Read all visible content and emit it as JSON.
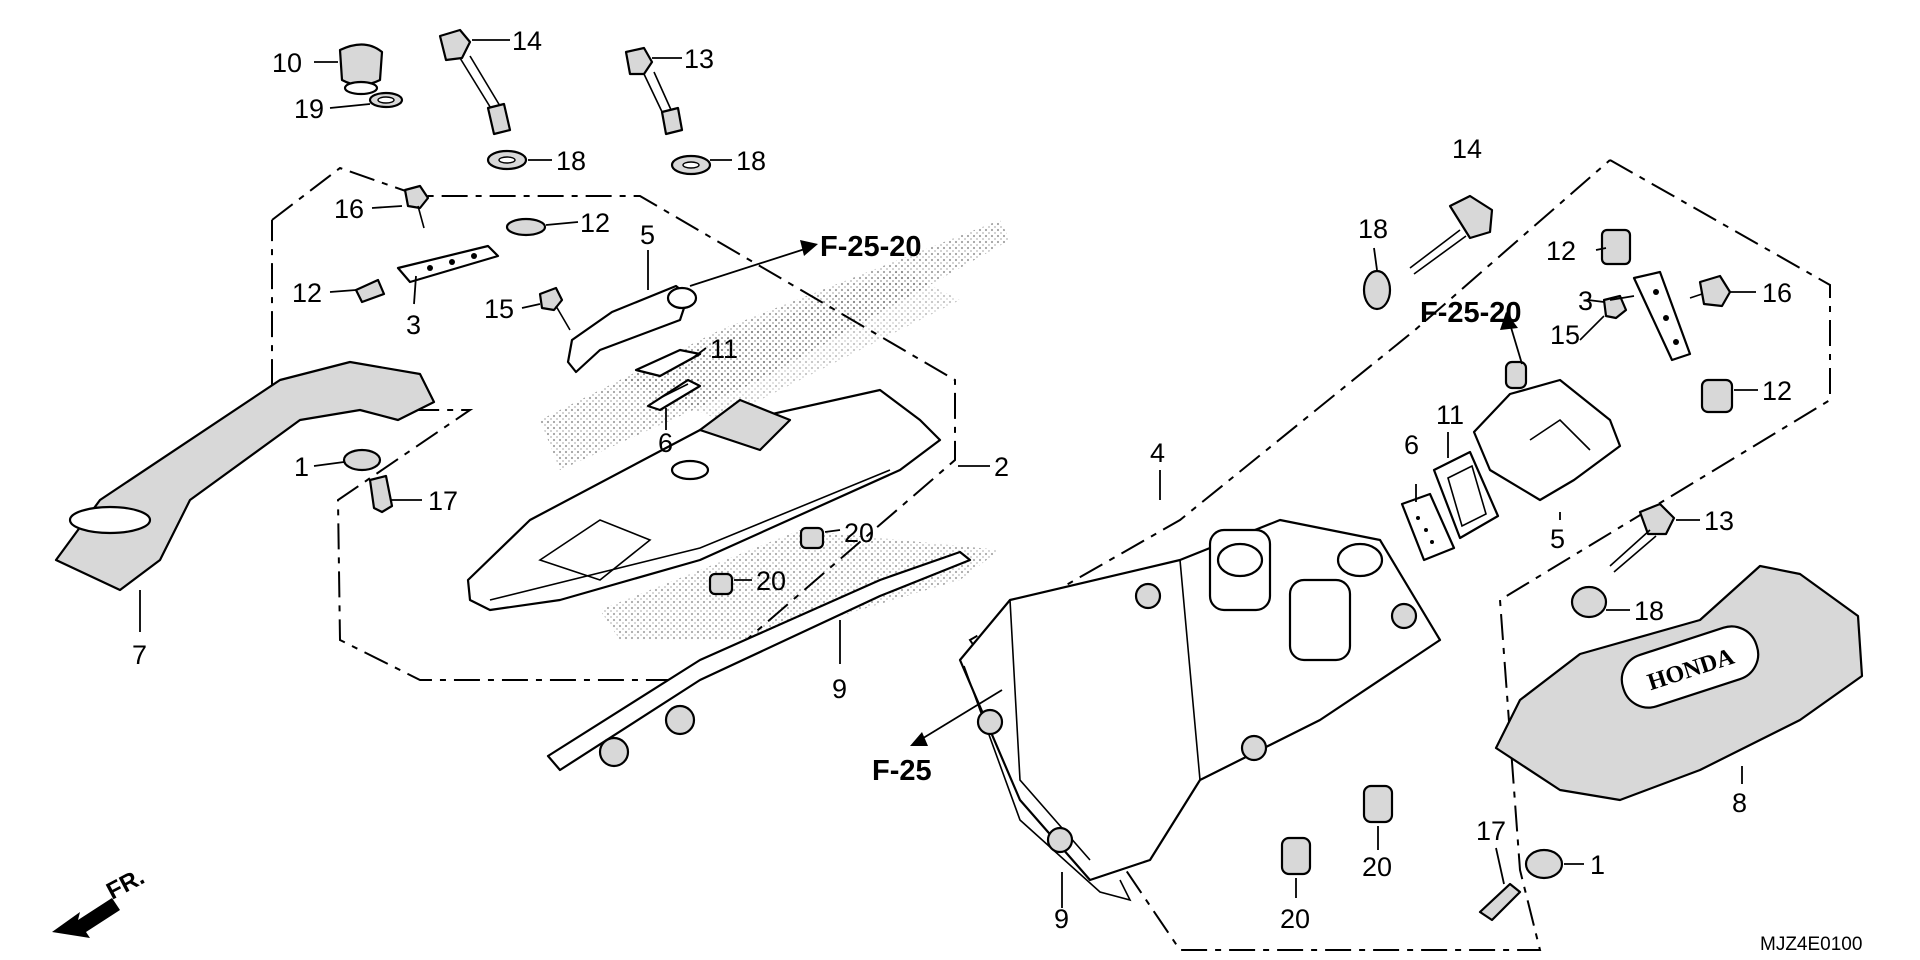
{
  "diagram": {
    "code": "MJZ4E0100",
    "front_mark": "FR.",
    "refs": [
      {
        "id": "ref-f2520-left",
        "text": "F-25-20"
      },
      {
        "id": "ref-f2520-right",
        "text": "F-25-20"
      },
      {
        "id": "ref-f25",
        "text": "F-25"
      }
    ],
    "callouts": [
      {
        "id": "c10",
        "text": "10"
      },
      {
        "id": "c19",
        "text": "19"
      },
      {
        "id": "c14a",
        "text": "14"
      },
      {
        "id": "c18a",
        "text": "18"
      },
      {
        "id": "c13a",
        "text": "13"
      },
      {
        "id": "c18b",
        "text": "18"
      },
      {
        "id": "c16a",
        "text": "16"
      },
      {
        "id": "c12a",
        "text": "12"
      },
      {
        "id": "c12b",
        "text": "12"
      },
      {
        "id": "c3a",
        "text": "3"
      },
      {
        "id": "c15a",
        "text": "15"
      },
      {
        "id": "c5a",
        "text": "5"
      },
      {
        "id": "c11a",
        "text": "11"
      },
      {
        "id": "c6a",
        "text": "6"
      },
      {
        "id": "c1a",
        "text": "1"
      },
      {
        "id": "c17a",
        "text": "17"
      },
      {
        "id": "c2",
        "text": "2"
      },
      {
        "id": "c20a",
        "text": "20"
      },
      {
        "id": "c20b",
        "text": "20"
      },
      {
        "id": "c7",
        "text": "7"
      },
      {
        "id": "c9a",
        "text": "9"
      },
      {
        "id": "c14b",
        "text": "14"
      },
      {
        "id": "c18c",
        "text": "18"
      },
      {
        "id": "c12c",
        "text": "12"
      },
      {
        "id": "c3b",
        "text": "3"
      },
      {
        "id": "c16b",
        "text": "16"
      },
      {
        "id": "c15b",
        "text": "15"
      },
      {
        "id": "c12d",
        "text": "12"
      },
      {
        "id": "c4",
        "text": "4"
      },
      {
        "id": "c6b",
        "text": "6"
      },
      {
        "id": "c11b",
        "text": "11"
      },
      {
        "id": "c5b",
        "text": "5"
      },
      {
        "id": "c13b",
        "text": "13"
      },
      {
        "id": "c18d",
        "text": "18"
      },
      {
        "id": "c8",
        "text": "8"
      },
      {
        "id": "c17b",
        "text": "17"
      },
      {
        "id": "c1b",
        "text": "1"
      },
      {
        "id": "c20c",
        "text": "20"
      },
      {
        "id": "c20d",
        "text": "20"
      },
      {
        "id": "c9b",
        "text": "9"
      }
    ],
    "brand_plate": "HONDA"
  }
}
